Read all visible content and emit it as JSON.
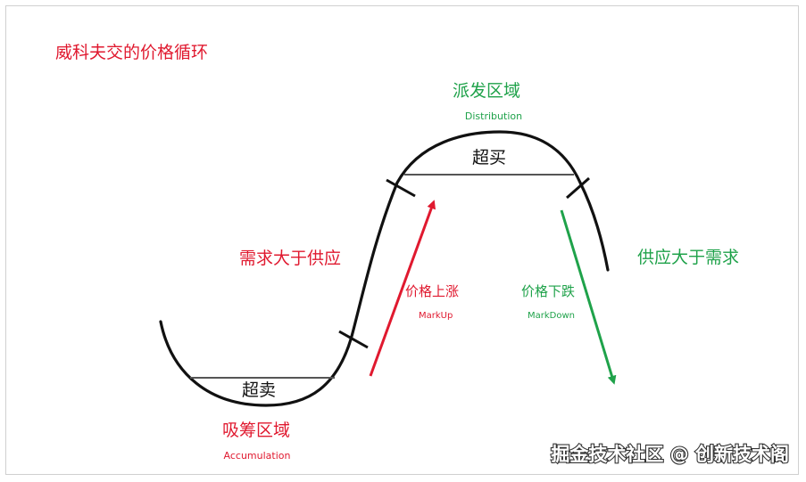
{
  "title": "威科夫交的价格循环",
  "zones": {
    "distribution": {
      "zh": "派发区域",
      "en": "Distribution",
      "color": "#1fa24a"
    },
    "accumulation": {
      "zh": "吸筹区域",
      "en": "Accumulation",
      "color": "#e0192f"
    }
  },
  "bands": {
    "overbought": "超买",
    "oversold": "超卖"
  },
  "phases": {
    "demand_gt_supply": "需求大于供应",
    "supply_gt_demand": "供应大于需求"
  },
  "arrows": {
    "markup": {
      "zh": "价格上涨",
      "en": "MarkUp",
      "color": "#e0192f"
    },
    "markdown": {
      "zh": "价格下跌",
      "en": "MarkDown",
      "color": "#1fa24a"
    }
  },
  "watermark": "掘金技术社区 @ 创新技术阁",
  "colors": {
    "red": "#e0192f",
    "green": "#1fa24a",
    "curve": "#111111",
    "band": "#555555"
  }
}
